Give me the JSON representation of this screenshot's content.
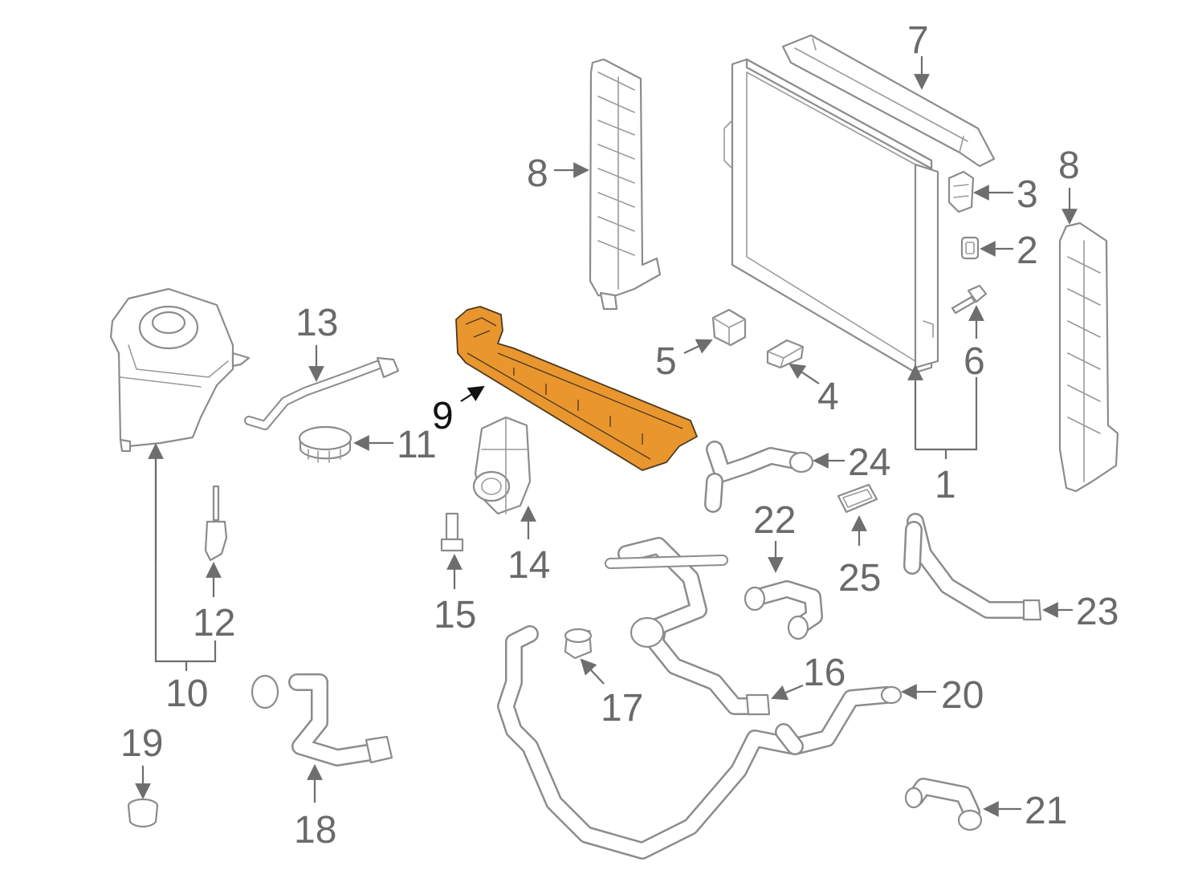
{
  "diagram": {
    "highlight_color": "#e9962f",
    "line_color": "#8c8c8c",
    "callouts": {
      "c1": "1",
      "c2": "2",
      "c3": "3",
      "c4": "4",
      "c5": "5",
      "c6": "6",
      "c7": "7",
      "c8a": "8",
      "c8b": "8",
      "c9": "9",
      "c10": "10",
      "c11": "11",
      "c12": "12",
      "c13": "13",
      "c14": "14",
      "c15": "15",
      "c16": "16",
      "c17": "17",
      "c18": "18",
      "c19": "19",
      "c20": "20",
      "c21": "21",
      "c22": "22",
      "c23": "23",
      "c24": "24",
      "c25": "25"
    }
  }
}
